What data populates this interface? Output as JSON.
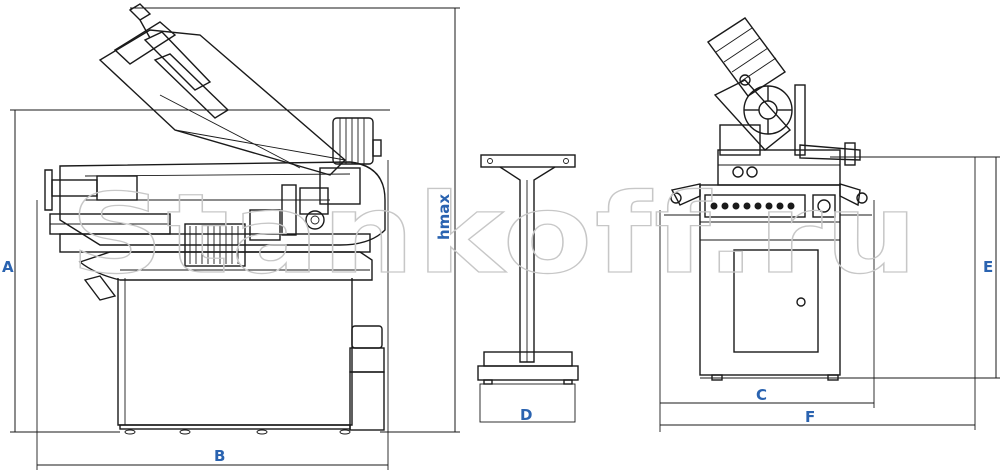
{
  "labels": {
    "A": "A",
    "B": "B",
    "hmax": "hmax",
    "D": "D",
    "C": "C",
    "F": "F",
    "E": "E"
  },
  "watermark": "Stankoff.ru",
  "colors": {
    "label": "#2a63b0",
    "line": "#1a1a1a",
    "watermark": "#c7c7c7"
  }
}
